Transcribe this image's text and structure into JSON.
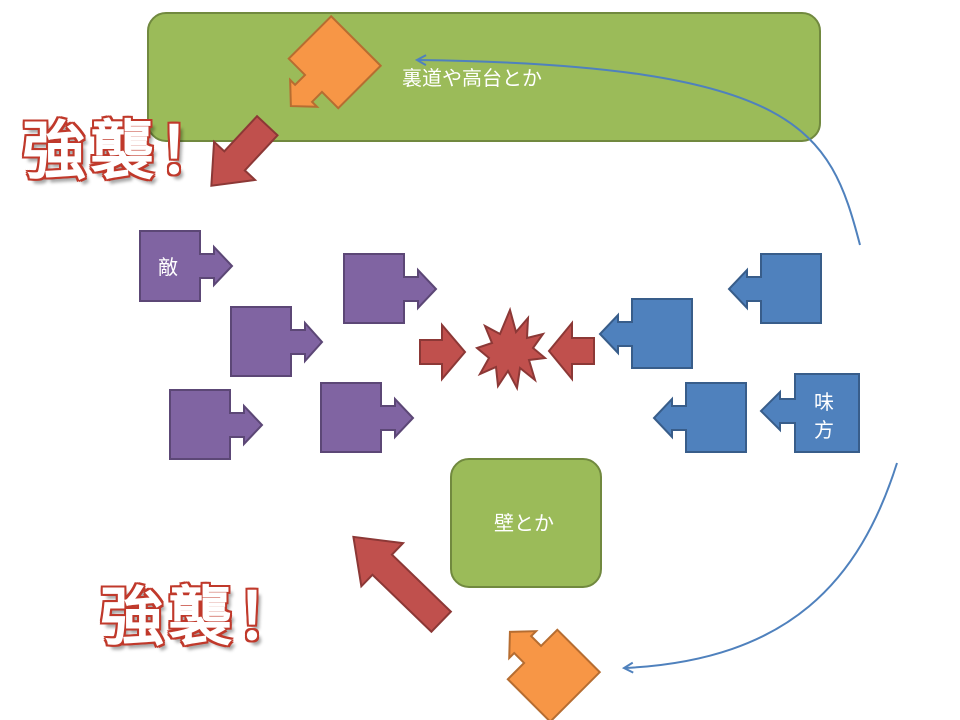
{
  "labels": {
    "high_ground": "裏道や高台とか",
    "wall": "壁とか",
    "enemy": "敵",
    "ally_line1": "味",
    "ally_line2": "方",
    "assault_top": "強襲！",
    "assault_bottom": "強襲！"
  },
  "colors": {
    "zone_green": "#9bbb59",
    "zone_green_border": "#71893f",
    "enemy_purple": "#8064a2",
    "enemy_purple_border": "#5c4776",
    "ally_blue": "#4f81bd",
    "ally_blue_border": "#385d8a",
    "flank_orange": "#f79646",
    "flank_orange_border": "#b66d31",
    "arrow_red": "#c0504d",
    "arrow_red_border": "#8c3836",
    "path_blue": "#4f81bd"
  },
  "icons": {
    "enemy_unit": "square-right-arrow-icon",
    "ally_unit": "square-left-arrow-icon",
    "flank_unit": "square-diagonal-arrow-icon",
    "clash": "explosion-burst-icon"
  }
}
